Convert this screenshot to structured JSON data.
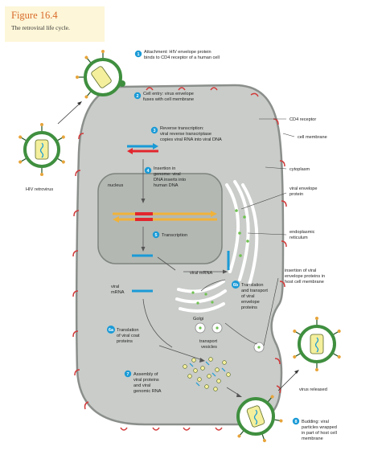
{
  "figure": {
    "title": "Figure 16.4",
    "caption": "The retroviral life cycle."
  },
  "steps": {
    "s1": {
      "num": "1",
      "lines": [
        "Attachment: HIV envelope protein",
        "binds to CD4 receptor of a human cell"
      ]
    },
    "s2": {
      "num": "2",
      "lines": [
        "Cell entry: virus envelope",
        "fuses with cell membrane"
      ]
    },
    "s3": {
      "num": "3",
      "lines": [
        "Reverse transcription:",
        "viral reverse transcriptase",
        "copies viral RNA into viral DNA"
      ]
    },
    "s4": {
      "num": "4",
      "lines": [
        "Insertion in",
        "genome: viral",
        "DNA inserts into",
        "human DNA"
      ]
    },
    "s5": {
      "num": "5",
      "lines": [
        "Transcription"
      ]
    },
    "s6a": {
      "num": "6a",
      "lines": [
        "Translation",
        "of viral coat",
        "proteins"
      ]
    },
    "s6b": {
      "num": "6b",
      "lines": [
        "Translation",
        "and transport",
        "of viral",
        "envelope",
        "proteins"
      ]
    },
    "s7": {
      "num": "7",
      "lines": [
        "Assembly of",
        "viral proteins",
        "and viral",
        "genomic RNA"
      ]
    },
    "s8": {
      "num": "8",
      "lines": [
        "Budding: viral",
        "particles wrapped",
        "in part of host cell",
        "membrane"
      ]
    }
  },
  "labels": {
    "cd4": "CD4 receptor",
    "cell_membrane": "cell membrane",
    "cytoplasm": "cytoplasm",
    "hiv_retrovirus": "HIV retrovirus",
    "nucleus": "nucleus",
    "viral_envelope": [
      "viral envelope",
      "protein"
    ],
    "er": [
      "endoplasmic",
      "reticulum"
    ],
    "insertion_envelope": [
      "insertion of viral",
      "envelope proteins in",
      "host cell membrane"
    ],
    "viral_mrna_inner": "viral mRNA",
    "viral_mrna_outer": [
      "viral",
      "mRNA"
    ],
    "golgi": "Golgi",
    "transport_vesicles": [
      "transport",
      "vesicles"
    ],
    "virus_released": "virus released"
  },
  "colors": {
    "cell_fill": "#c9ccc9",
    "nucleus_fill": "#b3b8b3",
    "virus_green": "#3f8f3f",
    "capsid": "#f4ef9c",
    "receptor": "#d23a3a",
    "dna_orange": "#f0b23a",
    "dna_red": "#e2262e",
    "rna_blue": "#1a9ad6",
    "badge_blue": "#1a9ad6"
  }
}
